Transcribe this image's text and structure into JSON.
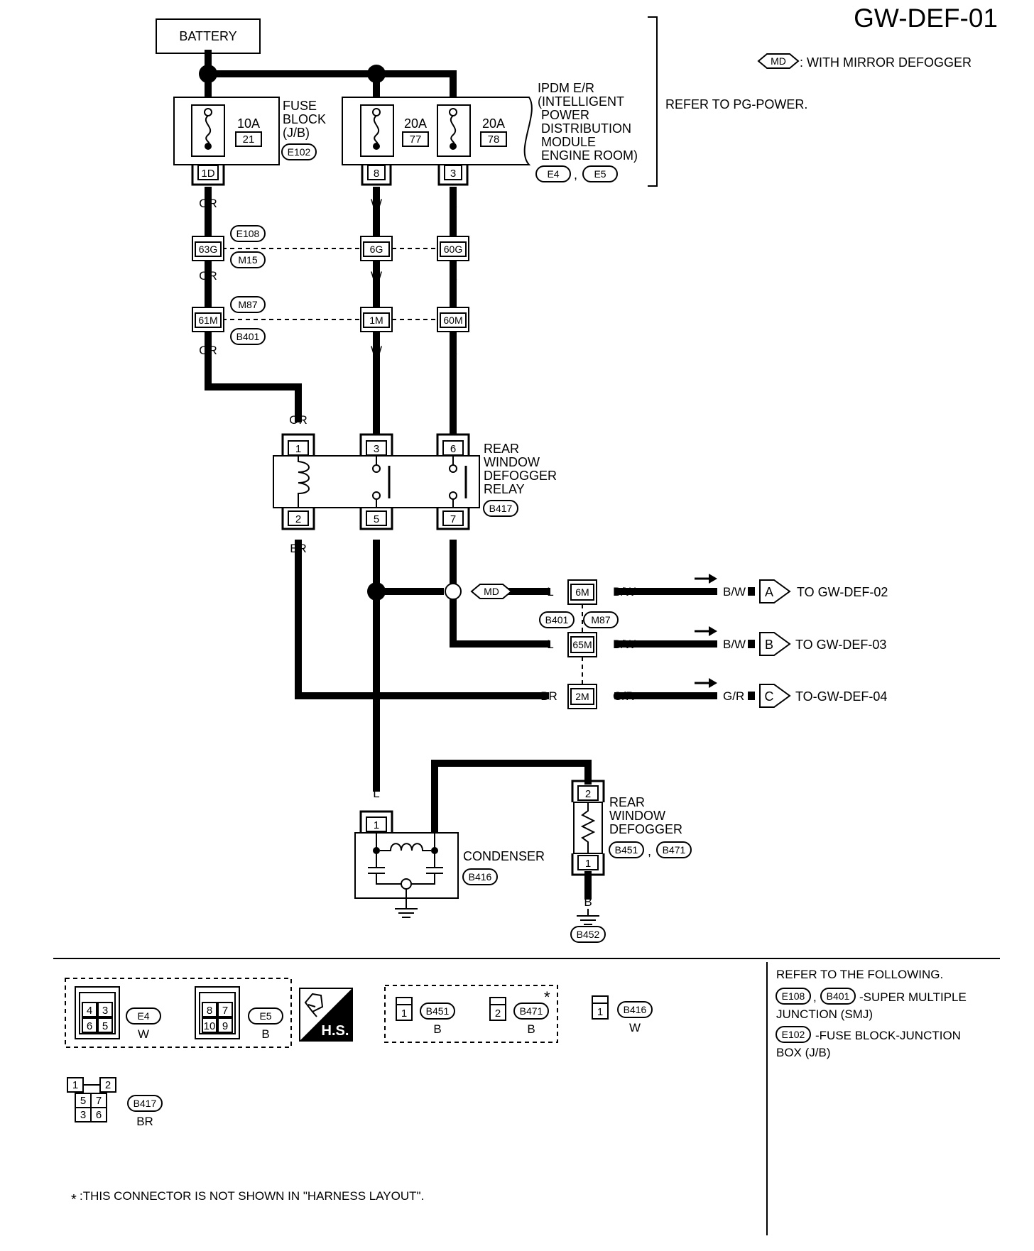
{
  "page_id": "GW-DEF-01",
  "legend": {
    "md_code": "MD",
    "md_text": ": WITH MIRROR DEFOGGER"
  },
  "refer_pg": "REFER TO PG-POWER.",
  "battery": "BATTERY",
  "fuse_block": {
    "label_lines": [
      "FUSE",
      "BLOCK",
      "(J/B)"
    ],
    "connector": "E102",
    "fuse": {
      "amp": "10A",
      "num": "21"
    },
    "terminal": "1D"
  },
  "ipdm": {
    "label_lines": [
      "IPDM E/R",
      "(INTELLIGENT",
      "POWER",
      "DISTRIBUTION",
      "MODULE",
      "ENGINE ROOM)"
    ],
    "connectors": [
      "E4",
      "E5"
    ],
    "fuses": [
      {
        "amp": "20A",
        "num": "77"
      },
      {
        "amp": "20A",
        "num": "78"
      }
    ],
    "terminals": [
      "8",
      "3"
    ]
  },
  "wire_colors": {
    "or": "OR",
    "w": "W",
    "r": "R",
    "br": "BR",
    "l": "L",
    "bw": "B/W",
    "gr": "G/R",
    "b": "B"
  },
  "junction1": {
    "pins": [
      "63G",
      "6G",
      "60G"
    ],
    "connectors": [
      "E108",
      "M15"
    ]
  },
  "junction2": {
    "pins": [
      "61M",
      "1M",
      "60M"
    ],
    "connectors": [
      "M87",
      "B401"
    ]
  },
  "relay": {
    "label_lines": [
      "REAR",
      "WINDOW",
      "DEFOGGER",
      "RELAY"
    ],
    "connector": "B417",
    "top_pins": [
      "1",
      "3",
      "6"
    ],
    "bottom_pins": [
      "2",
      "5",
      "7"
    ]
  },
  "smj_bottom": {
    "pins": [
      "6M",
      "65M",
      "2M"
    ],
    "connectors": [
      "B401",
      "M87"
    ]
  },
  "outputs": [
    {
      "letter": "A",
      "text": "TO GW-DEF-02"
    },
    {
      "letter": "B",
      "text": "TO GW-DEF-03"
    },
    {
      "letter": "C",
      "text": "TO-GW-DEF-04"
    }
  ],
  "condenser": {
    "label": "CONDENSER",
    "connector": "B416",
    "pin": "1"
  },
  "defogger": {
    "label_lines": [
      "REAR",
      "WINDOW",
      "DEFOGGER"
    ],
    "connectors": [
      "B451",
      "B471"
    ],
    "pins": [
      "2",
      "1"
    ]
  },
  "ground": "B452",
  "connector_views": {
    "e4": {
      "id": "E4",
      "color": "W",
      "pins": [
        "4",
        "3",
        "6",
        "5"
      ]
    },
    "e5": {
      "id": "E5",
      "color": "B",
      "pins": [
        "8",
        "7",
        "10",
        "9"
      ]
    },
    "hs": "H.S.",
    "b451": {
      "id": "B451",
      "color": "B",
      "pin": "1"
    },
    "b471": {
      "id": "B471",
      "color": "B",
      "pin": "2"
    },
    "b416": {
      "id": "B416",
      "color": "W",
      "pin": "1"
    },
    "b417": {
      "id": "B417",
      "color": "BR",
      "pins": [
        "1",
        "2",
        "5",
        "7",
        "3",
        "6"
      ]
    }
  },
  "refer_following": {
    "title": "REFER TO THE FOLLOWING.",
    "line1_codes": [
      "E108",
      "B401"
    ],
    "line1_text": "-SUPER MULTIPLE",
    "line1b": "JUNCTION (SMJ)",
    "line2_code": "E102",
    "line2_text": "-FUSE BLOCK-JUNCTION",
    "line2b": "BOX (J/B)"
  },
  "star_mark": "*",
  "footnote": ":THIS CONNECTOR IS NOT SHOWN IN \"HARNESS LAYOUT\"."
}
